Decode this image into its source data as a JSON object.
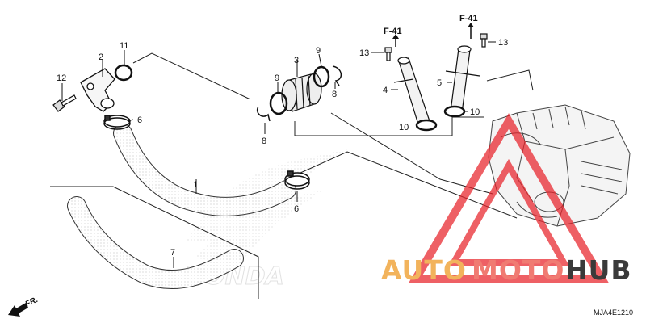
{
  "diagram": {
    "callouts": {
      "c1": "1",
      "c2": "2",
      "c3": "3",
      "c4": "4",
      "c5": "5",
      "c6a": "6",
      "c6b": "6",
      "c7": "7",
      "c8a": "8",
      "c8b": "8",
      "c9a": "9",
      "c9b": "9",
      "c10a": "10",
      "c10b": "10",
      "c11": "11",
      "c12": "12",
      "c13a": "13",
      "c13b": "13"
    },
    "refs": {
      "f41_left": "F-41",
      "f41_right": "F-41"
    },
    "direction_label": "FR.",
    "diagram_code": "MJA4E1210"
  },
  "watermark": {
    "word_part1": "AUTO",
    "word_part2": "MOTO",
    "word_part3": "HUB",
    "bg_logo": "HONDA",
    "colors": {
      "auto": "#f2b35c",
      "moto": "#f07b72",
      "hub": "#3a3a3a",
      "triangle": "#e8232a"
    }
  }
}
